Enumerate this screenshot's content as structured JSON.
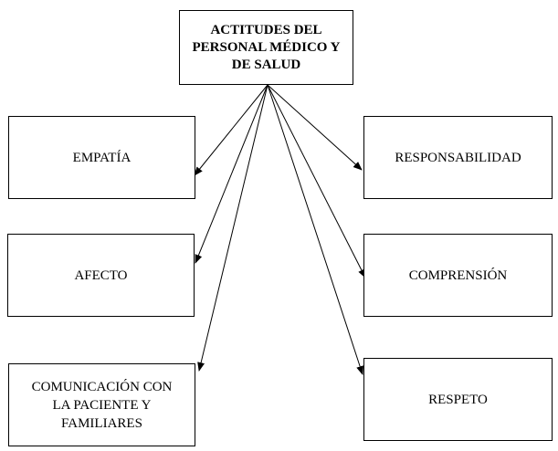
{
  "title": "ACTITUDES DEL PERSONAL MÉDICO Y DE SALUD",
  "title_lines": [
    "ACTITUDES DEL",
    "PERSONAL MÉDICO Y",
    "DE SALUD"
  ],
  "left_nodes": [
    {
      "lines": [
        "EMPATÍA"
      ]
    },
    {
      "lines": [
        "AFECTO"
      ]
    },
    {
      "lines": [
        "COMUNICACIÓN CON",
        "LA PACIENTE Y",
        "FAMILIARES"
      ]
    }
  ],
  "right_nodes": [
    {
      "lines": [
        "RESPONSABILIDAD"
      ]
    },
    {
      "lines": [
        "COMPRENSIÓN"
      ]
    },
    {
      "lines": [
        "RESPETO"
      ]
    }
  ]
}
